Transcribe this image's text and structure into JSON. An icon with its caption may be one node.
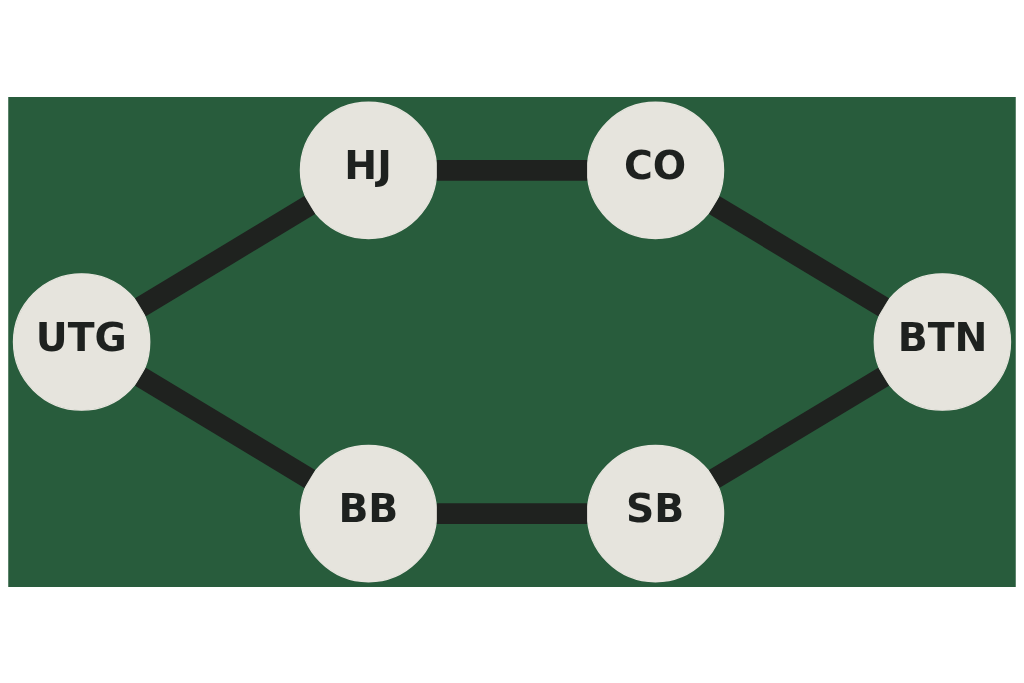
{
  "diagram": {
    "nodes": [
      {
        "text": [
          "HJ"
        ]
      },
      {
        "text": [
          "CO"
        ]
      },
      {
        "text": [
          "UTG"
        ]
      },
      {
        "text": [
          "BTN"
        ]
      },
      {
        "text": [
          "BB"
        ]
      },
      {
        "text": [
          "SB"
        ]
      }
    ],
    "edges": [
      {
        "from": 0,
        "to": 1,
        "arrow": "none"
      },
      {
        "from": 1,
        "to": 3,
        "arrow": "none"
      },
      {
        "from": 3,
        "to": 5,
        "arrow": "none"
      },
      {
        "from": 5,
        "to": 4,
        "arrow": "none"
      },
      {
        "from": 4,
        "to": 2,
        "arrow": "none"
      },
      {
        "from": 2,
        "to": 0,
        "arrow": "none"
      }
    ]
  }
}
